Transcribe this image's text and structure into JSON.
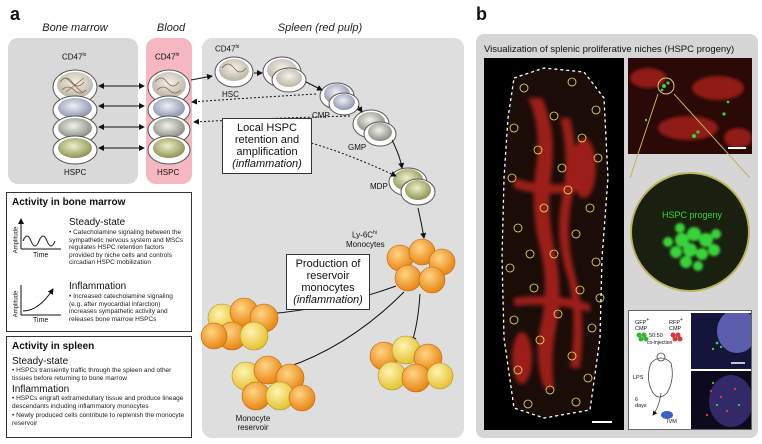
{
  "panel_a": {
    "letter": "a",
    "headers": {
      "bone_marrow": "Bone marrow",
      "blood": "Blood",
      "spleen": "Spleen (red pulp)"
    },
    "labels": {
      "cd47_lo": "CD47",
      "cd47_lo_sup": "lo",
      "cd47_hi_blood": "CD47",
      "cd47_hi_blood_sup": "hi",
      "cd47_hi_spleen": "CD47",
      "cd47_hi_spleen_sup": "hi",
      "hsc": "HSC",
      "cmp": "CMP",
      "gmp": "GMP",
      "mdp": "MDP",
      "ly6c": "Ly-6C",
      "ly6c_sup": "hi",
      "monocytes": "Monocytes",
      "hspc_bm": "HSPC",
      "hspc_blood": "HSPC",
      "monocyte_reservoir": "Monocyte reservoir"
    },
    "callout_retention": {
      "line1": "Local HSPC",
      "line2": "retention and",
      "line3": "amplification",
      "line4": "(inflammation)"
    },
    "callout_production": {
      "line1": "Production of",
      "line2": "reservoir",
      "line3": "monocytes",
      "line4": "(inflammation)"
    },
    "activity_bm": {
      "title": "Activity in bone marrow",
      "amplitude": "Amplitude",
      "time": "Time",
      "steady": "Steady-state",
      "steady_text": "Catecholamine signaling between the sympathetic nervous system and MSCs regulates HSPC retention factors provided by niche cells and controls circadian HSPC mobilization",
      "inflam": "Inflammation",
      "inflam_text": "Increased catecholamine signaling (e.g. after myocardial infarction) increases sympathetic activity and releases bone marrow HSPCs"
    },
    "activity_spleen": {
      "title": "Activity in spleen",
      "steady": "Steady-state",
      "steady_text": "HSPCs transiently traffic through the spleen and other tissues before returning to bone marrow",
      "inflam": "Inflammation",
      "inflam_text1": "HSPCs engraft extramedullary tissue and produce lineage descendants including inflammatory monocytes",
      "inflam_text2": "Newly produced cells contribute to replenish the monocyte reservoir"
    }
  },
  "panel_b": {
    "letter": "b",
    "title": "Visualization of splenic proliferative niches (HSPC progeny)",
    "hspc_progeny": "HSPC progeny",
    "inset": {
      "gfp_cmp": "GFP",
      "gfp_sup": "+",
      "gfp_cmp2": "CMP",
      "rfp_cmp": "RFP",
      "rfp_sup": "+",
      "rfp_cmp2": "CMP",
      "ratio": "50:50",
      "co_injection": "co-injection",
      "lps": "LPS",
      "days": "6 days",
      "ivm": "IVM"
    }
  },
  "colors": {
    "gray_zone": "#d9d9d9",
    "blood_zone": "#f6b7c0",
    "spleen_zone": "#dedede",
    "monocyte_orange": "#f39a1f",
    "monocyte_yellow": "#f2d65a",
    "micro_red": "#b4221b",
    "micro_green": "#39d33a"
  }
}
